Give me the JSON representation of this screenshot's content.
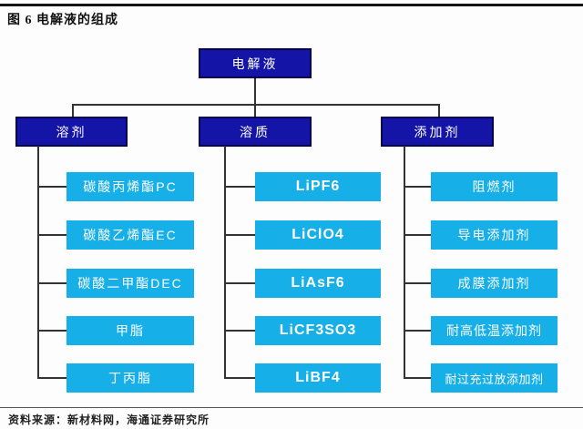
{
  "figure": {
    "title": "图 6  电解液的组成",
    "source": "资料来源：新材料网，海通证券研究所"
  },
  "colors": {
    "parent_box_fill": "#1414a6",
    "parent_box_border": "#00004d",
    "child_box_fill": "#17afe8",
    "connector_line": "#333333",
    "box_text": "#ffffff",
    "rule": "#151515"
  },
  "tree": {
    "root": "电解液",
    "branches": [
      {
        "label": "溶剂",
        "children": [
          "碳酸丙烯酯PC",
          "碳酸乙烯酯EC",
          "碳酸二甲酯DEC",
          "甲脂",
          "丁丙脂"
        ]
      },
      {
        "label": "溶质",
        "children": [
          "LiPF6",
          "LiClO4",
          "LiAsF6",
          "LiCF3SO3",
          "LiBF4"
        ]
      },
      {
        "label": "添加剂",
        "children": [
          "阻燃剂",
          "导电添加剂",
          "成膜添加剂",
          "耐高低温添加剂",
          "耐过充过放添加剂"
        ]
      }
    ]
  }
}
